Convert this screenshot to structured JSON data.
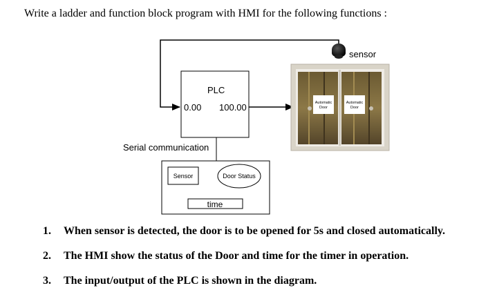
{
  "intro": "Write a ladder and function block program with HMI for the following functions :",
  "diagram": {
    "sensor_label": "sensor",
    "plc_title": "PLC",
    "plc_input": "0.00",
    "plc_output": "100.00",
    "serial_label": "Serial communication",
    "door_sign_left": [
      "Automatic",
      "Door"
    ],
    "door_sign_right": [
      "Automatic",
      "Door"
    ],
    "hmi": {
      "sensor_button": "Sensor",
      "door_status": "Door Status",
      "time_field": "time"
    }
  },
  "tasks": [
    {
      "num": "1.",
      "text": "When sensor is detected, the door is to be opened for 5s and closed automatically."
    },
    {
      "num": "2.",
      "text": "The HMI show the status of the Door and time for the timer in operation."
    },
    {
      "num": "3.",
      "text": "The input/output of the PLC is shown in the diagram."
    }
  ]
}
